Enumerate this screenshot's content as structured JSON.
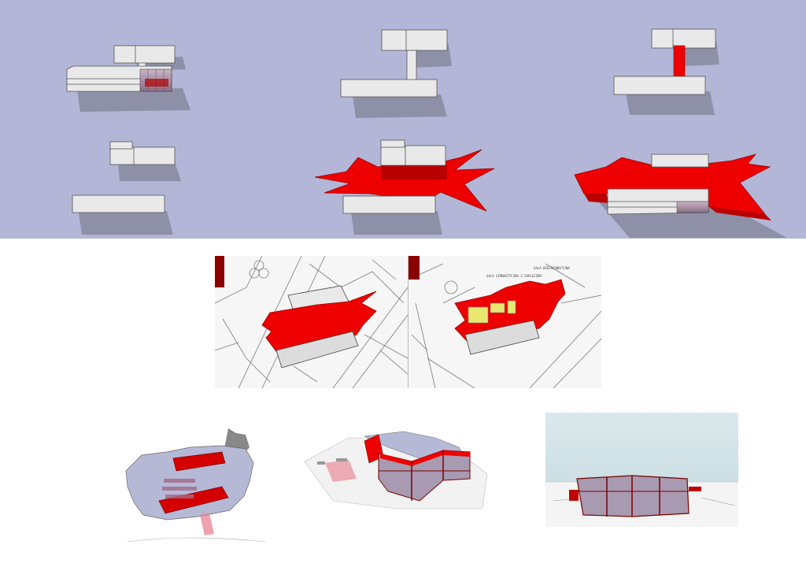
{
  "colors": {
    "background": "#ffffff",
    "diagram_background": "#b3b6d6",
    "massing_face": "#e9e9e9",
    "massing_edge": "#555555",
    "shadow": "#8e90a8",
    "accent_red": "#ee0000",
    "glass_yellow": "#e8e870",
    "glass_mauve": "#a89ab0",
    "sky": "#cfe1e6"
  },
  "panels": {
    "diagram_strip": {
      "label": "",
      "steps": 6
    },
    "site_plans": {
      "count": 2,
      "plan_note_1": "SALA GIMNASTYCZNA Z ZAPLECZEM",
      "plan_note_2": "SALA WIELOFUNKCYJNA"
    },
    "renders": {
      "count": 3
    }
  }
}
